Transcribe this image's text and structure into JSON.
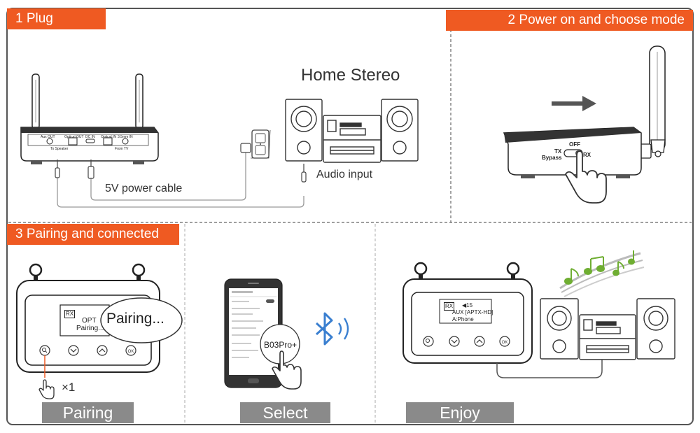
{
  "steps": [
    {
      "label": "1 Plug"
    },
    {
      "label": "2 Power on and choose mode"
    },
    {
      "label": "3 Pairing and connected"
    }
  ],
  "actions": [
    "Pairing",
    "Select",
    "Enjoy"
  ],
  "plug": {
    "stereo_label": "Home Stereo",
    "audio_input_label": "Audio input",
    "power_cable_label": "5V power cable",
    "ports": [
      "Aux OUT",
      "Optical OUT",
      "DC IN",
      "Optical IN",
      "3.5mm IN"
    ],
    "port_sublabels": [
      "To Speaker",
      "From TV"
    ]
  },
  "mode_switch": {
    "off": "OFF",
    "tx": "TX",
    "bypass": "Bypass",
    "rx": "RX"
  },
  "pairing": {
    "screen_mode": "RX",
    "screen_line1": "OPT",
    "screen_line2": "Pairing...",
    "callout": "Pairing...",
    "press_count": "×1",
    "device_name": "B03Pro+"
  },
  "enjoy": {
    "screen_mode": "RX",
    "screen_line1": "AUX [APTX-HD]",
    "screen_line2": "A:Phone",
    "volume": "15"
  },
  "colors": {
    "accent": "#ef5a22",
    "footer_gray": "#8a8a8a",
    "bluetooth_blue": "#3a7fd0",
    "music_green": "#6fae32"
  },
  "icons": [
    "search-icon",
    "chevron-down-icon",
    "chevron-up-icon",
    "ok-button-icon",
    "bluetooth-icon",
    "hand-pointer-icon",
    "music-notes-icon",
    "arrow-right-icon"
  ]
}
